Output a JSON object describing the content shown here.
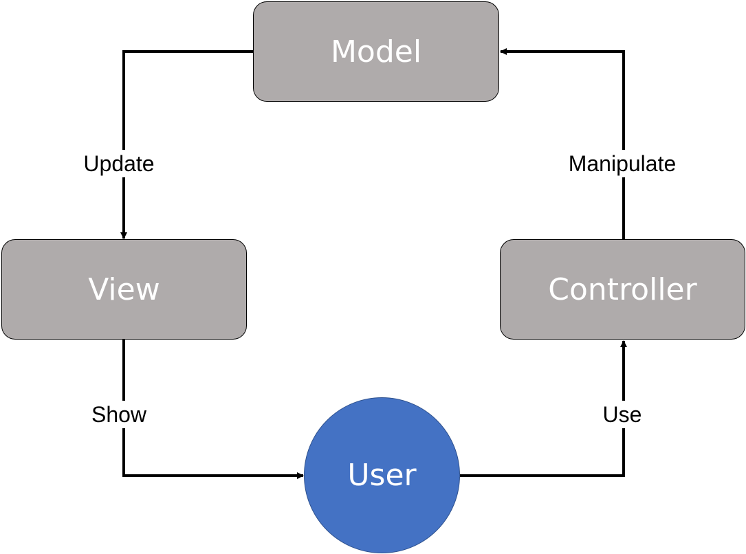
{
  "nodes": {
    "model": "Model",
    "view": "View",
    "controller": "Controller",
    "user": "User"
  },
  "edges": {
    "update": "Update",
    "manipulate": "Manipulate",
    "show": "Show",
    "use": "Use"
  },
  "colors": {
    "box_fill": "#afabab",
    "user_fill": "#4472c4",
    "text": "#ffffff",
    "line": "#000000"
  }
}
